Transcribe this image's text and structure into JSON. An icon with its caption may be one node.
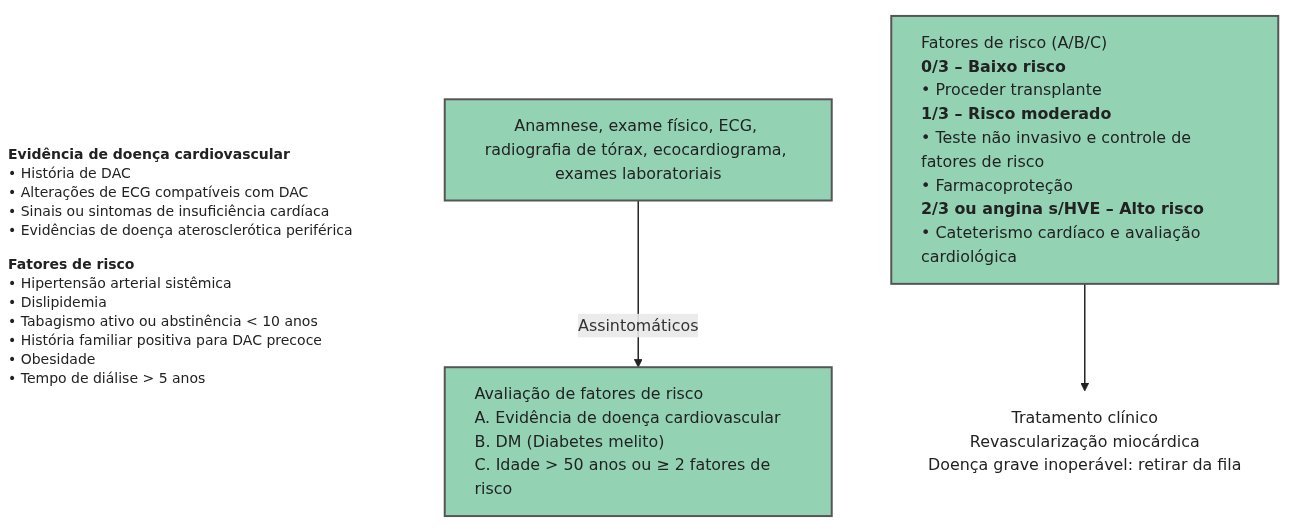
{
  "diagram": {
    "nodes": [
      {
        "text": [
          "Anamnese, exame físico, ECG, radiografia de tórax, ecocardiograma, exames laboratoriais"
        ]
      },
      {
        "text": [
          "Avaliação de fatores de risco",
          "A. Evidência de doença cardiovascular",
          "B. DM (Diabetes melito)",
          "C. Idade > 50 anos ou ≥ 2 fatores de risco"
        ]
      },
      {
        "text": [
          "Fatores de risco (A/B/C)",
          "0/3 – Baixo risco",
          "• Proceder transplante",
          "1/3 – Risco moderado",
          "• Teste não invasivo e controle de fatores de risco",
          "• Farmacoproteção",
          "2/3 ou angina s/HVE – Alto risco",
          "• Cateterismo cardíaco e avaliação cardiológica"
        ]
      },
      {
        "text": [
          "Tratamento clínico",
          "Revascularização miocárdica",
          "Doença grave inoperável: retirar da fila"
        ]
      }
    ],
    "edges": [
      {
        "from": 0,
        "to": 1,
        "arrow": "to",
        "label": "Assintomáticos"
      },
      {
        "from": 2,
        "to": 3,
        "arrow": "to"
      }
    ],
    "labels": [
      "Fatores de risco",
      "• Hipertensão arterial sistêmica",
      "• Dislipidemia",
      "• Tabagismo ativo ou abstinência < 10 anos",
      "• História familiar positiva para DAC precoce",
      "• Obesidade",
      "• Tempo de diálise > 5 anos",
      "Evidência de doença cardiovascular",
      "• História de DAC",
      "• Alterações de ECG compatíveis com DAC",
      "• Sinais ou sintomas de insuficiência cardíaca",
      "• Evidências de doença aterosclerótica periférica"
    ]
  }
}
